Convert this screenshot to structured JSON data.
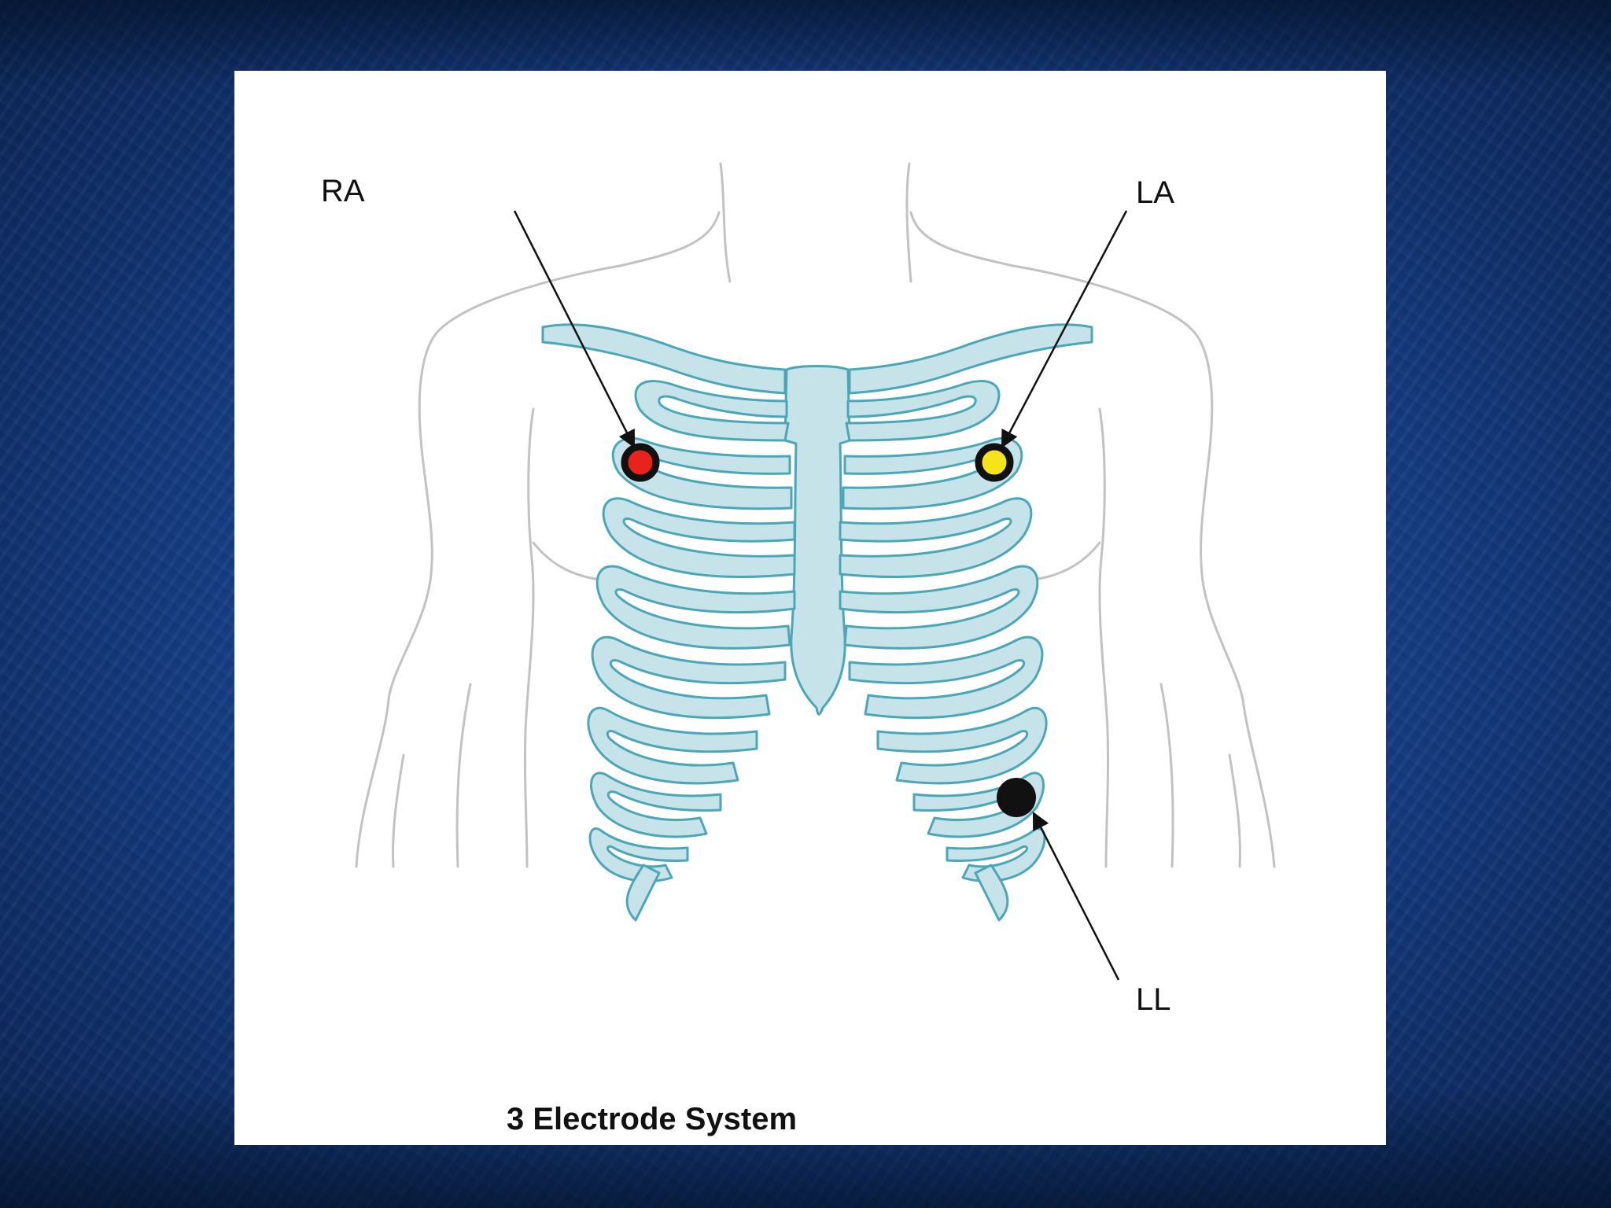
{
  "caption": "3 Electrode System",
  "electrodes": [
    {
      "label": "RA",
      "color": "#e8231c"
    },
    {
      "label": "LA",
      "color": "#f4e419"
    },
    {
      "label": "LL",
      "color": "#111111"
    }
  ],
  "colors": {
    "background": "#17408a",
    "panel": "#ffffff",
    "ribcage_fill": "#c7e3ea",
    "ribcage_stroke": "#4aa7b8",
    "body_outline": "#c2c2c2"
  }
}
